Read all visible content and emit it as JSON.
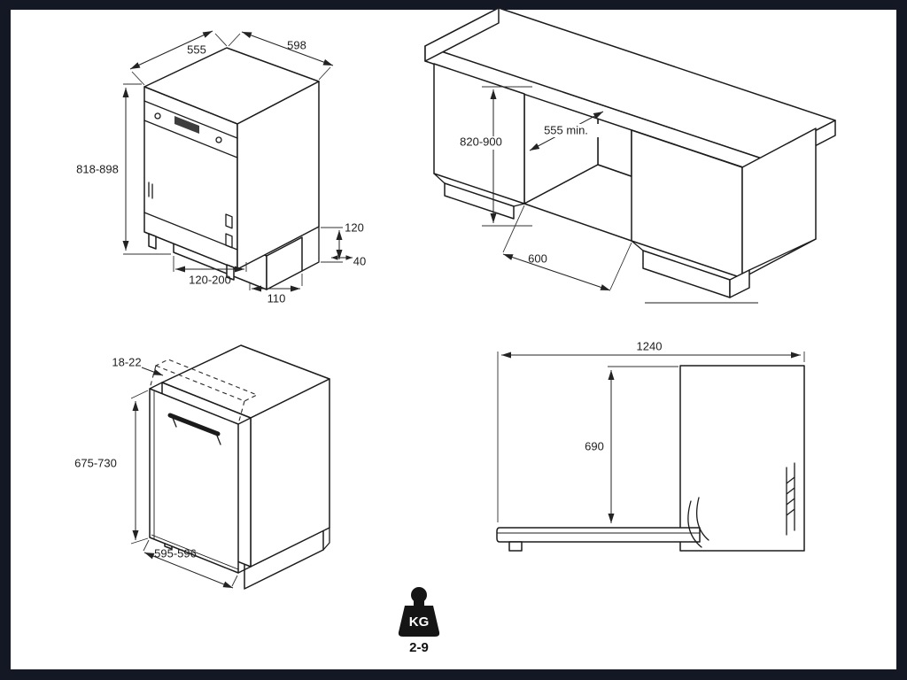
{
  "colors": {
    "paper": "#ffffff",
    "frame": "#141824",
    "line": "#1b1b1b"
  },
  "drawings": {
    "built_in_view": {
      "width_top": "555",
      "depth_top": "598",
      "height_range": "818-898",
      "plinth_height": "120",
      "plinth_recess": "40",
      "base_adjust_range": "120-200",
      "base_offset": "110"
    },
    "niche_view": {
      "height_range": "820-900",
      "depth_min": "555 min.",
      "width": "600"
    },
    "furniture_door_view": {
      "panel_thickness": "18-22",
      "panel_height": "675-730",
      "panel_width": "595-596"
    },
    "door_open_view": {
      "depth_open": "1240",
      "height_open": "690"
    },
    "weight": {
      "unit": "KG",
      "value_range": "2-9"
    }
  }
}
